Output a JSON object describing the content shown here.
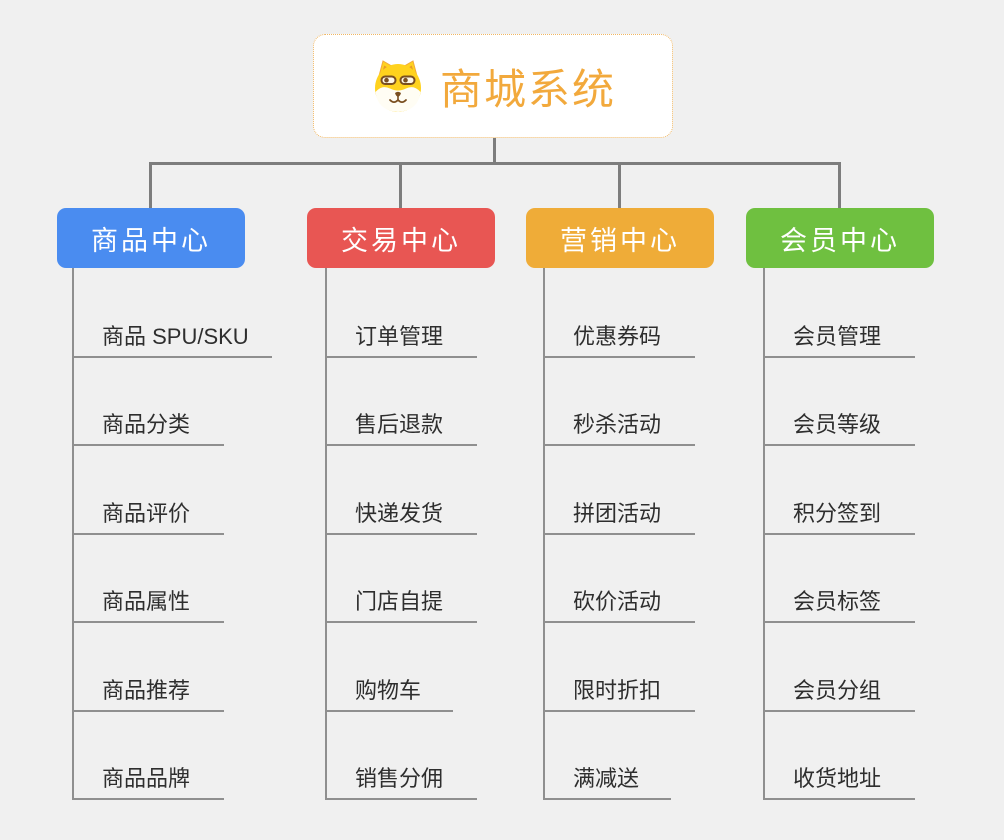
{
  "page": {
    "background": "#f0f0f0",
    "connector_color": "#7d7d7d"
  },
  "root": {
    "title": "商城系统",
    "title_color": "#F2A93C",
    "border_color": "#f0b763",
    "icon": "shiba-dog-icon"
  },
  "branches": [
    {
      "label": "商品中心",
      "color": "#4A8CF0",
      "items": [
        "商品 SPU/SKU",
        "商品分类",
        "商品评价",
        "商品属性",
        "商品推荐",
        "商品品牌"
      ]
    },
    {
      "label": "交易中心",
      "color": "#E85653",
      "items": [
        "订单管理",
        "售后退款",
        "快递发货",
        "门店自提",
        "购物车",
        "销售分佣"
      ]
    },
    {
      "label": "营销中心",
      "color": "#EFAC38",
      "items": [
        "优惠券码",
        "秒杀活动",
        "拼团活动",
        "砍价活动",
        "限时折扣",
        "满减送"
      ]
    },
    {
      "label": "会员中心",
      "color": "#6FC040",
      "items": [
        "会员管理",
        "会员等级",
        "积分签到",
        "会员标签",
        "会员分组",
        "收货地址"
      ]
    }
  ]
}
